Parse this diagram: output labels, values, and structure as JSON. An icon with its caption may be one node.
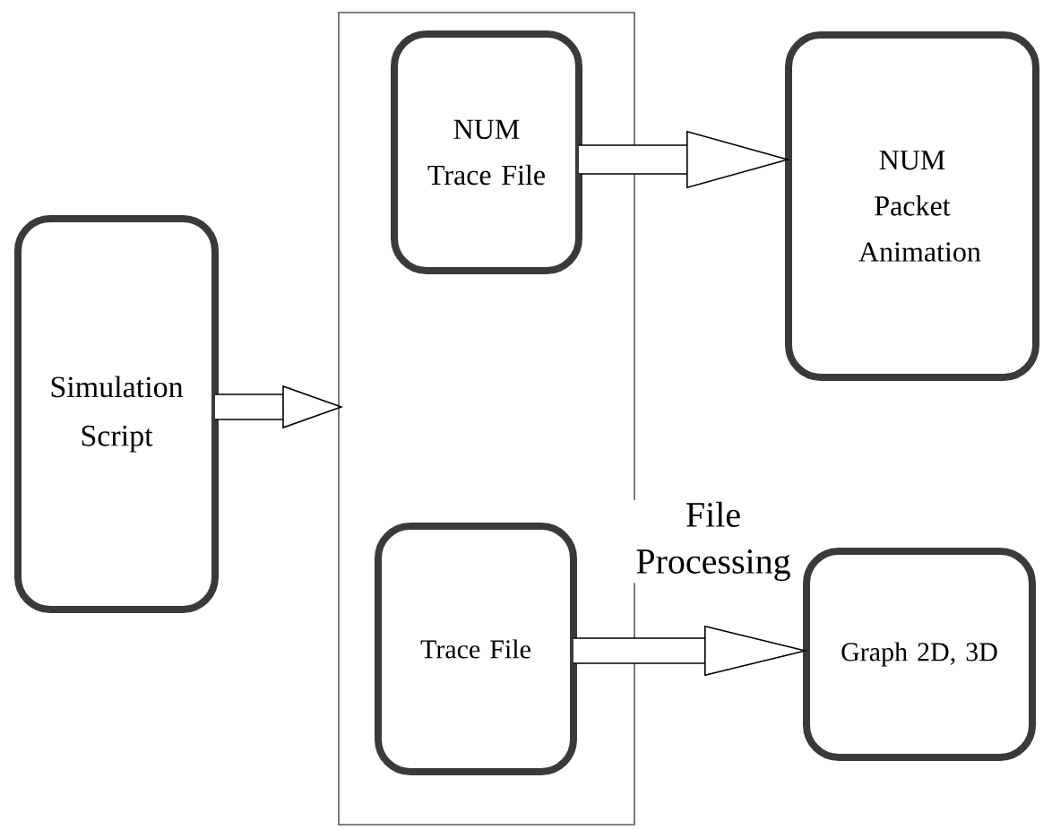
{
  "diagram": {
    "nodes": [
      {
        "text": [
          "Simulation Script"
        ]
      },
      {
        "text": [],
        "shape": "box"
      },
      {
        "text": [
          "NUM Trace File"
        ],
        "in": 1
      },
      {
        "text": [
          "Trace File"
        ],
        "in": 1
      },
      {
        "text": [
          "NUM Packet Animation"
        ]
      },
      {
        "text": [
          "Graph 2D, 3D"
        ]
      }
    ],
    "edges": [
      {
        "from": 0,
        "to": 1,
        "arrow": "to"
      },
      {
        "from": 2,
        "to": 4,
        "arrow": "to"
      },
      {
        "from": 3,
        "to": 5,
        "arrow": "to",
        "label": "File Processing"
      }
    ]
  }
}
